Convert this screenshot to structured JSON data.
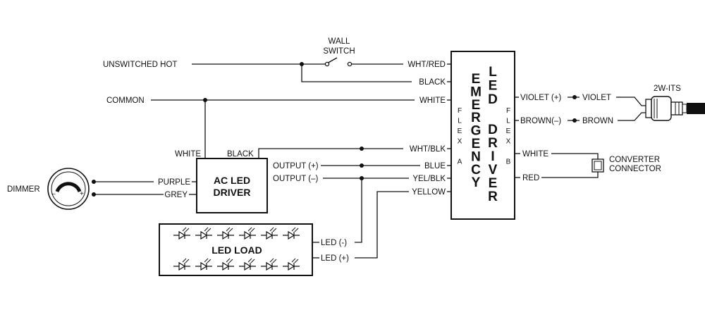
{
  "labels": {
    "unswitched_hot": "UNSWITCHED  HOT",
    "common": "COMMON",
    "wall_switch_1": "WALL",
    "wall_switch_2": "SWITCH",
    "dimmer": "DIMMER",
    "dimmer_minus": "–",
    "dimmer_plus": "+",
    "ac_white": "WHITE",
    "ac_black": "BLACK",
    "ac_purple": "PURPLE",
    "ac_grey": "GREY",
    "output_pos": "OUTPUT (+)",
    "output_neg": "OUTPUT (–)",
    "led_neg": "LED (-)",
    "led_pos": "LED (+)",
    "left_wht_red": "WHT/RED",
    "left_black": "BLACK",
    "left_white": "WHITE",
    "left_wht_blk": "WHT/BLK",
    "left_blue": "BLUE",
    "left_yel_blk": "YEL/BLK",
    "left_yellow": "YELLOW",
    "right_violet": "VIOLET (+)",
    "right_brown": "BROWN(–)",
    "right_white": "WHITE",
    "right_red": "RED",
    "violet": "VIOLET",
    "brown": "BROWN",
    "converter_1": "CONVERTER",
    "converter_2": "CONNECTOR",
    "its": "2W-ITS"
  },
  "blocks": {
    "ac_driver_1": "AC LED",
    "ac_driver_2": "DRIVER",
    "led_load": "LED LOAD"
  },
  "emergency_driver": {
    "col1": [
      "E",
      "M",
      "E",
      "R",
      "G",
      "E",
      "N",
      "C",
      "Y"
    ],
    "col2": [
      "L",
      "E",
      "D"
    ],
    "col3": [
      "D",
      "R",
      "I",
      "V",
      "E",
      "R"
    ],
    "flex_a": [
      "F",
      "L",
      "E",
      "X",
      "",
      "A"
    ],
    "flex_b": [
      "F",
      "L",
      "E",
      "X",
      "",
      "B"
    ]
  }
}
